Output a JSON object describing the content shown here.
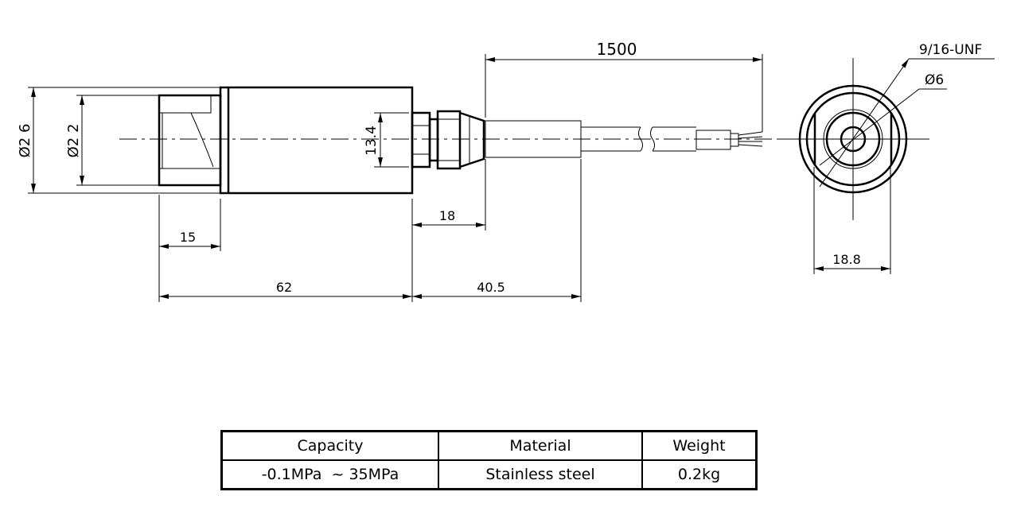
{
  "dimensions": {
    "d26": "Ø2 6",
    "d22": "Ø2 2",
    "d134": "13.4",
    "l1500": "1500",
    "l18": "18",
    "l15": "15",
    "l62": "62",
    "l405": "40.5",
    "l188": "18.8",
    "thread": "9/16-UNF",
    "d6": "Ø6"
  },
  "spec_table": {
    "headers": [
      "Capacity",
      "Material",
      "Weight"
    ],
    "row": [
      "-0.1MPa  ~ 35MPa",
      "Stainless steel",
      "0.2kg"
    ]
  }
}
